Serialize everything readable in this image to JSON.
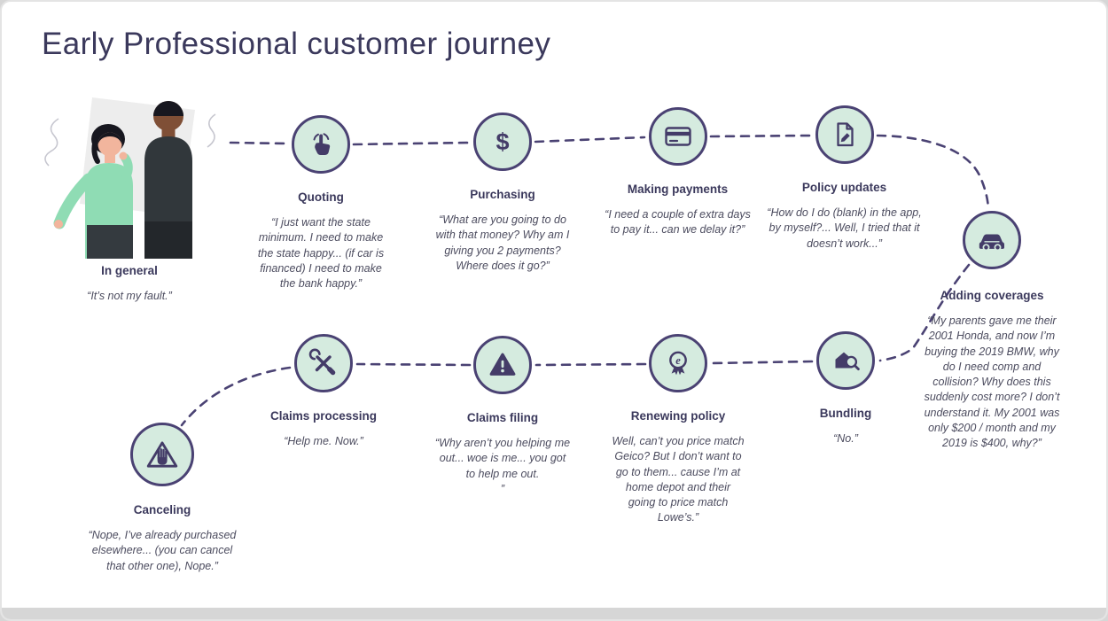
{
  "title": "Early Professional customer journey",
  "colors": {
    "title": "#3b395c",
    "accent_dark": "#443c68",
    "circle_fill": "#d5ebdf",
    "circle_border": "#4a4273",
    "connector": "#4a4273"
  },
  "stages": [
    {
      "key": "in-general",
      "label": "In general",
      "quote": "“It’s not my fault.”",
      "icon": "two-people-illustration"
    },
    {
      "key": "quoting",
      "label": "Quoting",
      "quote": "“I just want the state minimum. I need to make the state happy... (if car is financed) I need to make the bank happy.”",
      "icon": "tap-icon"
    },
    {
      "key": "purchasing",
      "label": "Purchasing",
      "quote": "“What are you going to do with that money? Why am I giving you 2 payments? Where does it go?”",
      "icon": "dollar-icon"
    },
    {
      "key": "making-payments",
      "label": "Making payments",
      "quote": "“I need a couple of extra days to pay it... can we delay it?”",
      "icon": "credit-card-icon"
    },
    {
      "key": "policy-updates",
      "label": "Policy updates",
      "quote": "“How do I do (blank) in the app, by myself?... Well, I tried that it doesn’t work...”",
      "icon": "document-edit-icon"
    },
    {
      "key": "adding-coverages",
      "label": "Adding coverages",
      "quote": "“My parents gave me their 2001 Honda, and now I’m buying the 2019 BMW, why do I need comp and collision? Why does this suddenly cost more? I don’t understand it. My 2001 was only $200 / month and my 2019 is $400, why?”",
      "icon": "car-icon"
    },
    {
      "key": "bundling",
      "label": "Bundling",
      "quote": "“No.”",
      "icon": "house-magnifier-icon"
    },
    {
      "key": "renewing-policy",
      "label": "Renewing policy",
      "quote": "Well, can’t you price match Geico? But I don’t want to go to them... cause I’m at home depot and their going to price match Lowe’s.”",
      "icon": "award-ribbon-icon"
    },
    {
      "key": "claims-filing",
      "label": "Claims filing",
      "quote": "“Why aren’t you helping me out... woe is me... you got to help me out.\n”",
      "icon": "warning-triangle-icon"
    },
    {
      "key": "claims-processing",
      "label": "Claims processing",
      "quote": "“Help me. Now.”",
      "icon": "crossed-tools-icon"
    },
    {
      "key": "canceling",
      "label": "Canceling",
      "quote": "“Nope, I’ve already purchased elsewhere... (you can cancel that other one), Nope.”",
      "icon": "stop-hand-icon"
    }
  ]
}
